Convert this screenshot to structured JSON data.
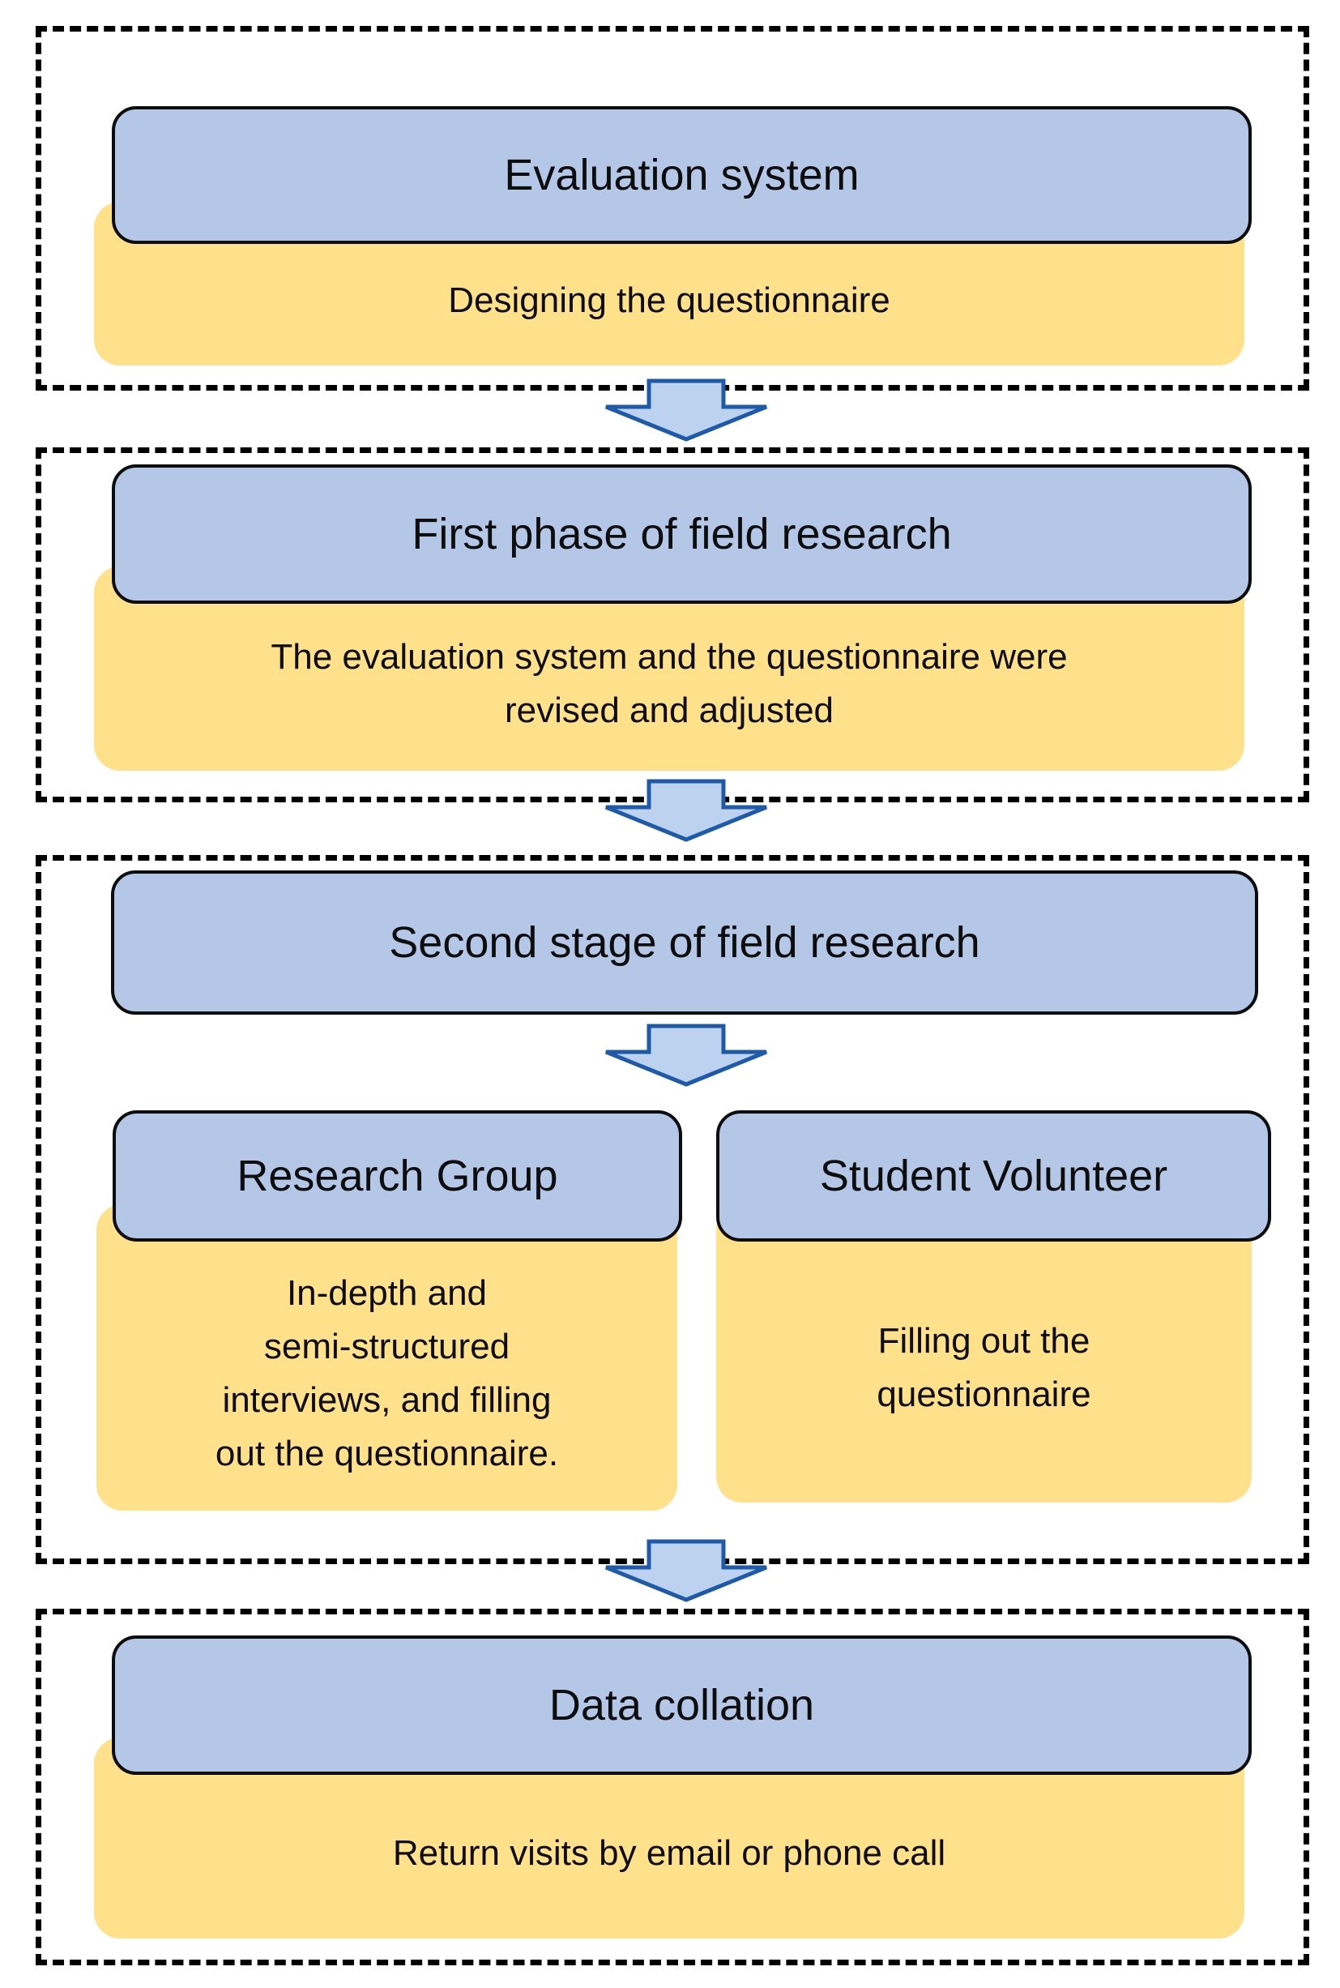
{
  "colors": {
    "header_fill": "#b4c7e7",
    "header_border": "#0d0d0d",
    "content_fill": "#ffe18c",
    "arrow_fill": "#bdd2ee",
    "arrow_border": "#1f5aa8",
    "stage_dashed_border": "#000000",
    "background": "#ffffff",
    "text": "#0d0d0d"
  },
  "icons": {
    "down_arrow": "down-arrow-icon"
  },
  "sections": [
    {
      "header": "Evaluation system",
      "content": "Designing the questionnaire"
    },
    {
      "header": "First phase of field research",
      "content": "The evaluation system and the questionnaire were\nrevised and adjusted"
    },
    {
      "header": "Second stage of field research",
      "branches": [
        {
          "header": "Research Group",
          "content": "In-depth and\nsemi-structured\ninterviews, and filling\nout the questionnaire."
        },
        {
          "header": "Student Volunteer",
          "content": "Filling out the\nquestionnaire"
        }
      ]
    },
    {
      "header": "Data collation",
      "content": "Return visits by email or phone call"
    }
  ]
}
